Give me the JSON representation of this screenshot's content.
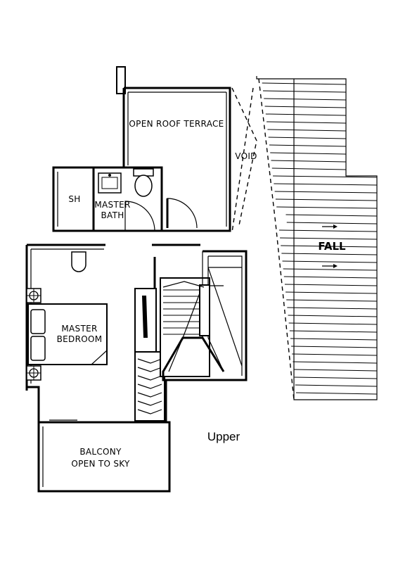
{
  "rooms": {
    "open_roof_terrace": "OPEN ROOF TERRACE",
    "void": "VOID",
    "shower": "SH",
    "master_bath_line1": "MASTER",
    "master_bath_line2": "BATH",
    "master_bedroom_line1": "MASTER",
    "master_bedroom_line2": "BEDROOM",
    "balcony_line1": "BALCONY",
    "balcony_line2": "OPEN TO SKY",
    "fall": "FALL"
  },
  "caption": "Upper"
}
